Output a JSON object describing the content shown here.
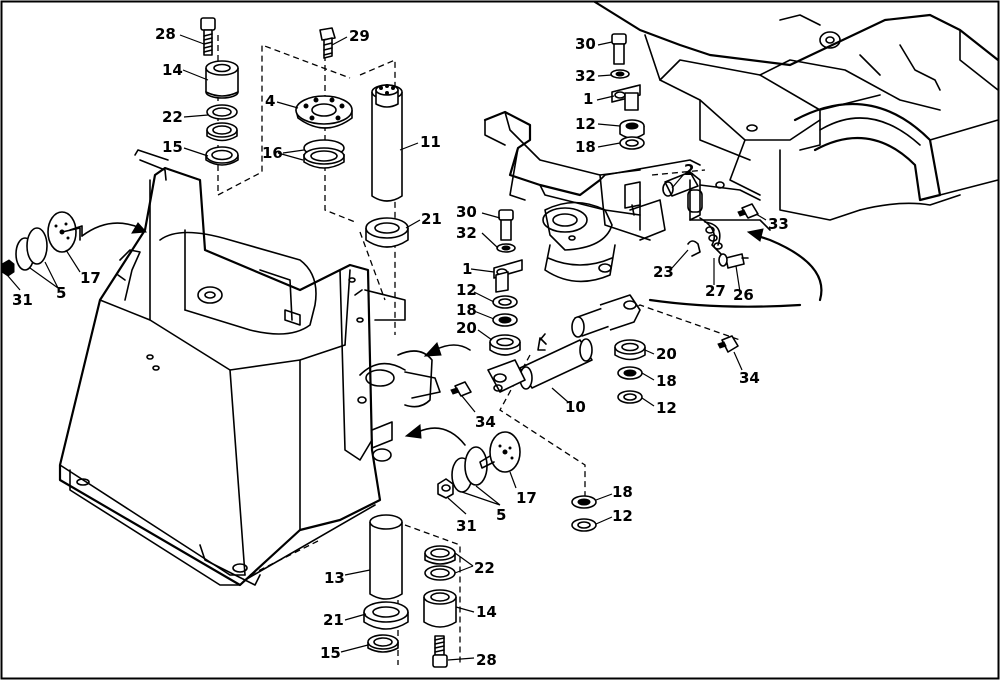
{
  "diagram": {
    "type": "exploded parts view",
    "frame_color": "#000000",
    "background": "#ffffff",
    "callouts": {
      "c28a": "28",
      "c14a": "14",
      "c22a": "22",
      "c15a": "15",
      "c29": "29",
      "c4": "4",
      "c16": "16",
      "c11": "11",
      "c21a": "21",
      "c30a": "30",
      "c32a": "32",
      "c1a": "1",
      "c12a": "12",
      "c18a": "18",
      "c2": "2",
      "c33": "33",
      "c23": "23",
      "c27": "27",
      "c26": "26",
      "c30b": "30",
      "c32b": "32",
      "c1b": "1",
      "c12b": "12",
      "c18b": "18",
      "c20a": "20",
      "c31a": "31",
      "c5a": "5",
      "c17a": "17",
      "c34a": "34",
      "c10": "10",
      "c20b": "20",
      "c18c": "18",
      "c12c": "12",
      "c34b": "34",
      "c17b": "17",
      "c5b": "5",
      "c31b": "31",
      "c18d": "18",
      "c12d": "12",
      "c13": "13",
      "c22b": "22",
      "c21b": "21",
      "c14b": "14",
      "c15b": "15",
      "c28b": "28"
    }
  }
}
